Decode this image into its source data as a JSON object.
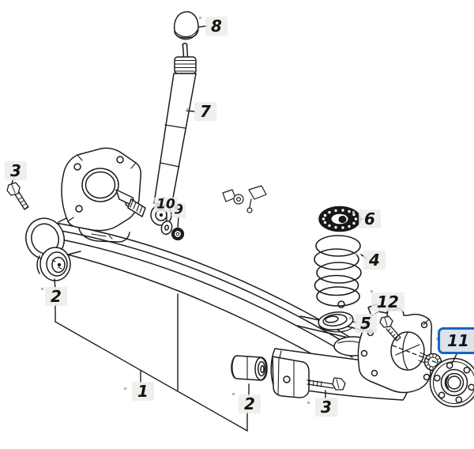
{
  "diagram": {
    "type": "exploded-parts-diagram",
    "subject": "rear torsion beam axle assembly with coil spring, shock absorber and wheel hub",
    "background_color": "#ffffff",
    "line_color": "#1c1c1c",
    "label_bg_color": "#eaede7",
    "highlight": {
      "part_num": "11",
      "border_color": "#1665c5",
      "bg_color": "#dde4e9"
    },
    "callouts": [
      {
        "num": "1",
        "part": "axle-beam-assembly"
      },
      {
        "num": "2",
        "part": "trailing-arm-bushing-left"
      },
      {
        "num": "2",
        "part": "trailing-arm-bushing-right"
      },
      {
        "num": "3",
        "part": "flange-bolt-left"
      },
      {
        "num": "3",
        "part": "flange-bolt-right"
      },
      {
        "num": "4",
        "part": "coil-spring"
      },
      {
        "num": "5",
        "part": "spring-lower-seat"
      },
      {
        "num": "6",
        "part": "spring-upper-insulator"
      },
      {
        "num": "7",
        "part": "shock-absorber"
      },
      {
        "num": "8",
        "part": "shock-absorber-cap"
      },
      {
        "num": "9",
        "part": "shock-mount-nut"
      },
      {
        "num": "10",
        "part": "shock-mount-washer"
      },
      {
        "num": "11",
        "part": "wheel-hub-bearing",
        "highlighted": true
      },
      {
        "num": "12",
        "part": "hub-carrier-bolt"
      }
    ]
  }
}
